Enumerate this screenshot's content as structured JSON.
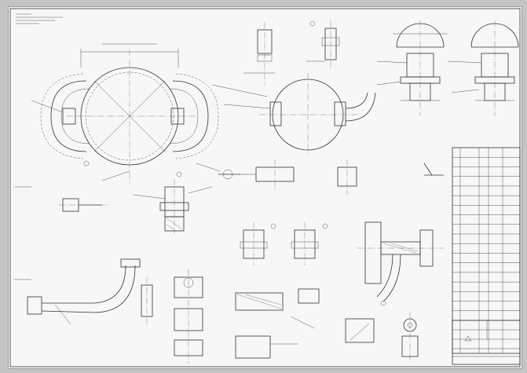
{
  "document": {
    "type": "engineering-drawing",
    "background_color": "#c4c4c4",
    "sheet_color": "#f7f7f7",
    "line_color": "#333333"
  },
  "notes_block": {
    "lines": [
      "",
      "",
      ""
    ]
  },
  "views": [
    {
      "id": "front-view",
      "label": ""
    },
    {
      "id": "side-view",
      "label": ""
    },
    {
      "id": "top-right-view-a",
      "label": ""
    },
    {
      "id": "top-right-view-b",
      "label": ""
    },
    {
      "id": "section-left",
      "label": ""
    },
    {
      "id": "section-mid",
      "label": ""
    },
    {
      "id": "detail-lower-left",
      "label": ""
    },
    {
      "id": "detail-lower-mid",
      "label": ""
    },
    {
      "id": "detail-lower-right",
      "label": ""
    }
  ],
  "parts_list": {
    "rows": 18,
    "columns": 5
  },
  "title_block": {
    "title": "",
    "drawing_number": ""
  }
}
